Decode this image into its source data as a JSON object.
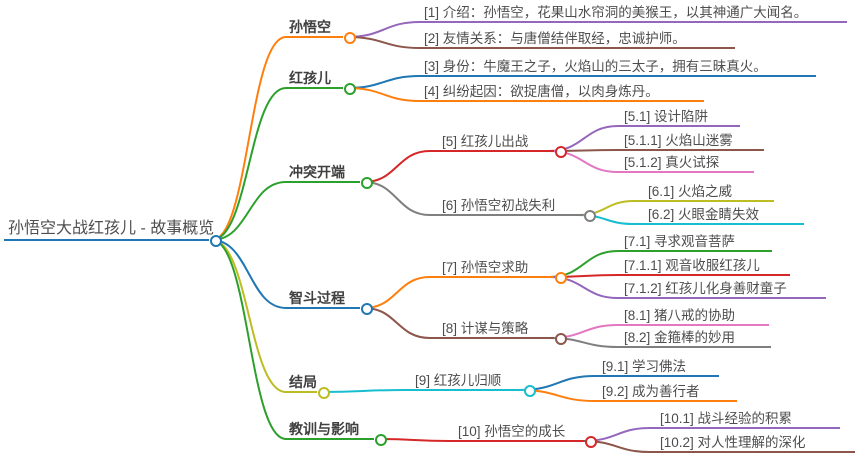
{
  "mindmap": {
    "root": {
      "label": "孙悟空大战红孩儿 - 故事概览",
      "color": "#1f77b4"
    },
    "branches": [
      {
        "label": "孙悟空",
        "color": "#ff7f0e",
        "children": [
          {
            "label": "[1] 介绍：孙悟空，花果山水帘洞的美猴王，以其神通广大闻名。",
            "color": "#9467bd"
          },
          {
            "label": "[2] 友情关系：与唐僧结伴取经，忠诚护师。",
            "color": "#8c564b"
          }
        ]
      },
      {
        "label": "红孩儿",
        "color": "#2ca02c",
        "children": [
          {
            "label": "[3] 身份：牛魔王之子，火焰山的三太子，拥有三昧真火。",
            "color": "#1f77b4"
          },
          {
            "label": "[4] 纠纷起因：欲捉唐僧，以肉身炼丹。",
            "color": "#ff7f0e"
          }
        ]
      },
      {
        "label": "冲突开端",
        "color": "#2ca02c",
        "children": [
          {
            "label": "[5] 红孩儿出战",
            "color": "#d62728",
            "children": [
              {
                "label": "[5.1] 设计陷阱",
                "color": "#9467bd"
              },
              {
                "label": "[5.1.1] 火焰山迷雾",
                "color": "#8c564b"
              },
              {
                "label": "[5.1.2] 真火试探",
                "color": "#e377c2"
              }
            ]
          },
          {
            "label": "[6] 孙悟空初战失利",
            "color": "#7f7f7f",
            "children": [
              {
                "label": "[6.1] 火焰之威",
                "color": "#bcbd22"
              },
              {
                "label": "[6.2] 火眼金睛失效",
                "color": "#17becf"
              }
            ]
          }
        ]
      },
      {
        "label": "智斗过程",
        "color": "#1f77b4",
        "children": [
          {
            "label": "[7] 孙悟空求助",
            "color": "#ff7f0e",
            "children": [
              {
                "label": "[7.1] 寻求观音菩萨",
                "color": "#2ca02c"
              },
              {
                "label": "[7.1.1] 观音收服红孩儿",
                "color": "#d62728"
              },
              {
                "label": "[7.1.2] 红孩儿化身善财童子",
                "color": "#9467bd"
              }
            ]
          },
          {
            "label": "[8] 计谋与策略",
            "color": "#8c564b",
            "children": [
              {
                "label": "[8.1] 猪八戒的协助",
                "color": "#e377c2"
              },
              {
                "label": "[8.2] 金箍棒的妙用",
                "color": "#7f7f7f"
              }
            ]
          }
        ]
      },
      {
        "label": "结局",
        "color": "#bcbd22",
        "children": [
          {
            "label": "[9] 红孩儿归顺",
            "color": "#17becf",
            "children": [
              {
                "label": "[9.1] 学习佛法",
                "color": "#1f77b4"
              },
              {
                "label": "[9.2] 成为善行者",
                "color": "#ff7f0e"
              }
            ]
          }
        ]
      },
      {
        "label": "教训与影响",
        "color": "#2ca02c",
        "children": [
          {
            "label": "[10] 孙悟空的成长",
            "color": "#d62728",
            "children": [
              {
                "label": "[10.1] 战斗经验的积累",
                "color": "#9467bd"
              },
              {
                "label": "[10.2] 对人性理解的深化",
                "color": "#8c564b"
              }
            ]
          }
        ]
      }
    ]
  }
}
